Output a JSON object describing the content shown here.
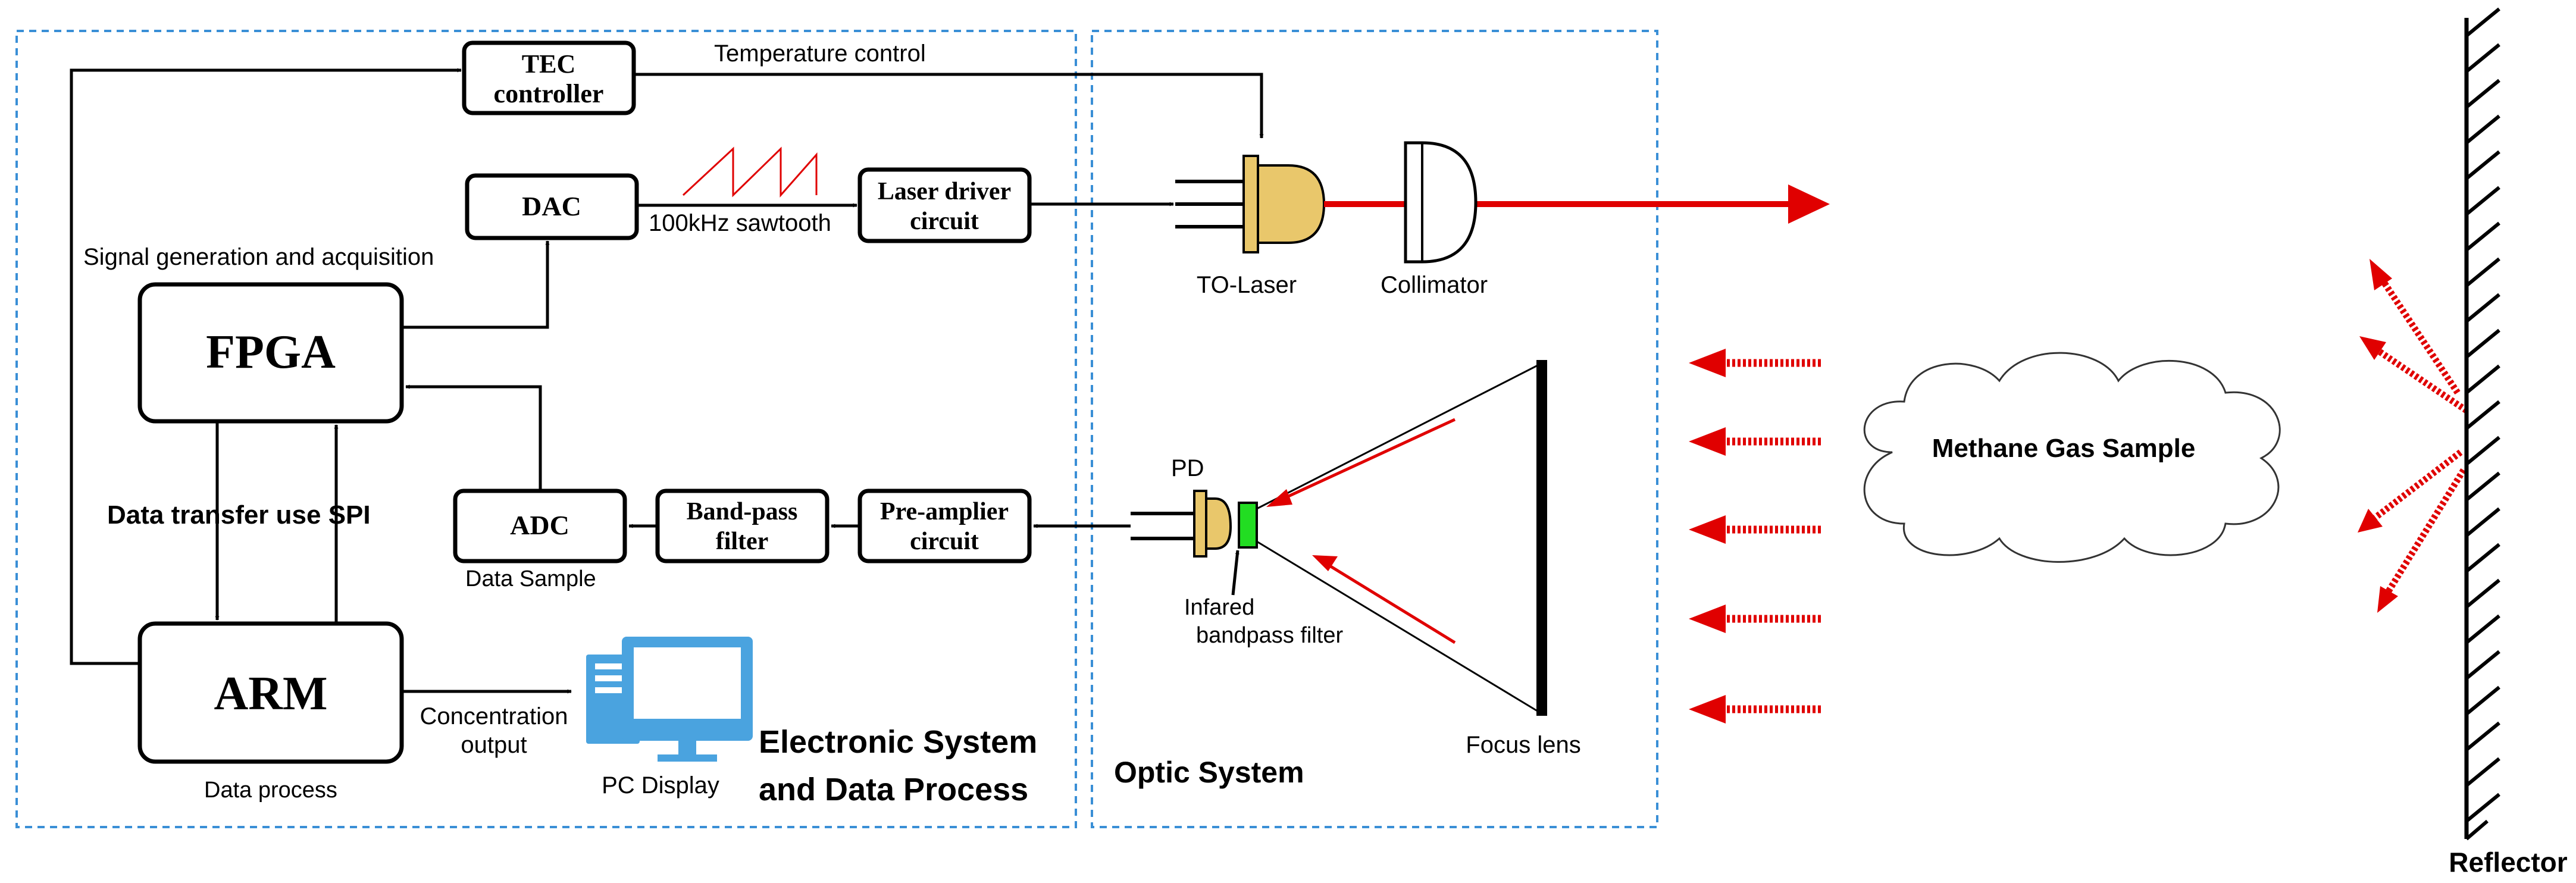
{
  "sections": {
    "electronic": "Electronic System",
    "electronic_2": "and Data Process",
    "optic": "Optic System"
  },
  "blocks": {
    "tec_1": "TEC",
    "tec_2": "controller",
    "dac": "DAC",
    "laser_driver_1": "Laser driver",
    "laser_driver_2": "circuit",
    "fpga": "FPGA",
    "arm": "ARM",
    "adc": "ADC",
    "bandpass_1": "Band-pass",
    "bandpass_2": "filter",
    "preamp_1": "Pre-amplier",
    "preamp_2": "circuit"
  },
  "labels": {
    "temperature_control": "Temperature control",
    "sawtooth": "100kHz sawtooth",
    "signal_gen": "Signal generation and acquisition",
    "spi": "Data transfer use SPI",
    "data_sample": "Data Sample",
    "data_process": "Data process",
    "concentration_1": "Concentration",
    "concentration_2": "output",
    "pc_display": "PC Display",
    "to_laser": "TO-Laser",
    "collimator": "Collimator",
    "pd": "PD",
    "infared_1": "Infared",
    "infared_2": "bandpass filter",
    "focus_lens": "Focus lens",
    "methane": "Methane Gas Sample",
    "reflector": "Reflector"
  },
  "colors": {
    "section_border": "#3a8fd6",
    "laser_beam": "#e00000",
    "return_light": "#e00000",
    "laser_body": "#e9c76b",
    "filter": "#22dd22",
    "pc_icon": "#4aa3df"
  },
  "icons": {
    "pc": "desktop-computer-icon",
    "laser": "to-laser-icon",
    "photodiode": "photodiode-icon"
  }
}
